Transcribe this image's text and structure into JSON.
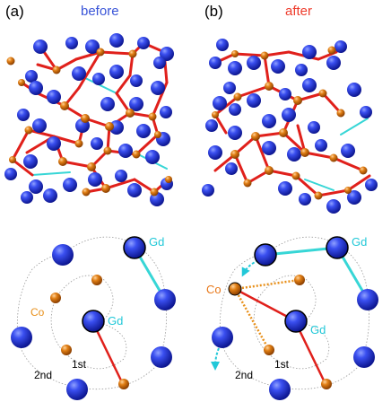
{
  "panels": [
    {
      "tag": "(a)",
      "caption": "before"
    },
    {
      "tag": "(b)",
      "caption": "after"
    }
  ],
  "labels": {
    "gd": "Gd",
    "co": "Co",
    "first_shell": "1st",
    "second_shell": "2nd"
  },
  "colors": {
    "gd_atom": "#2f3fd8",
    "co_atom": "#d9780f",
    "bond_gd_co": "#e0201b",
    "bond_gd_gd": "#37d6d6",
    "caption_before": "#3a55d8",
    "caption_after": "#ee3b2b",
    "label_gd": "#22c8d8",
    "label_co_after": "#e8781a",
    "arrow": "#22c8d8",
    "dotted_co": "#e8901a"
  },
  "icons": {
    "gd_atom": "blue-sphere-icon",
    "co_atom": "orange-sphere-icon"
  }
}
